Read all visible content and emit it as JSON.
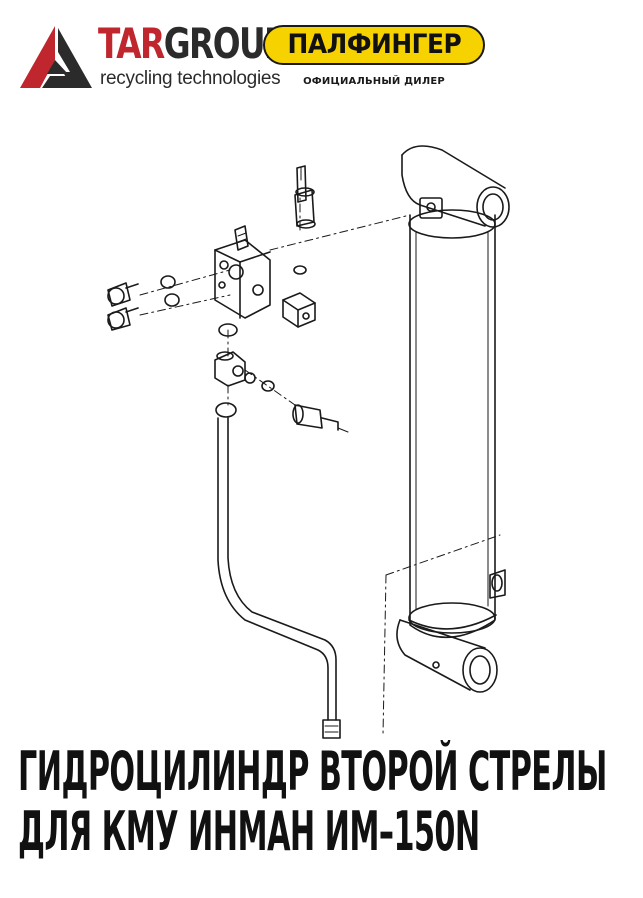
{
  "header": {
    "brand_part1": "TAR",
    "brand_part2": "GROUP",
    "tagline": "recycling technologies",
    "dealer_badge": "ПАЛФИНГЕР",
    "dealer_sub": "ОФИЦИАЛЬНЫЙ ДИЛЕР"
  },
  "title": {
    "line1": "ГИДРОЦИЛИНДР ВТОРОЙ СТРЕЛЫ",
    "line2": "ДЛЯ КМУ ИНМАН ИМ–150N"
  },
  "colors": {
    "brand_red": "#c0262d",
    "brand_dark": "#2b2b2b",
    "badge_yellow": "#f6d200"
  }
}
